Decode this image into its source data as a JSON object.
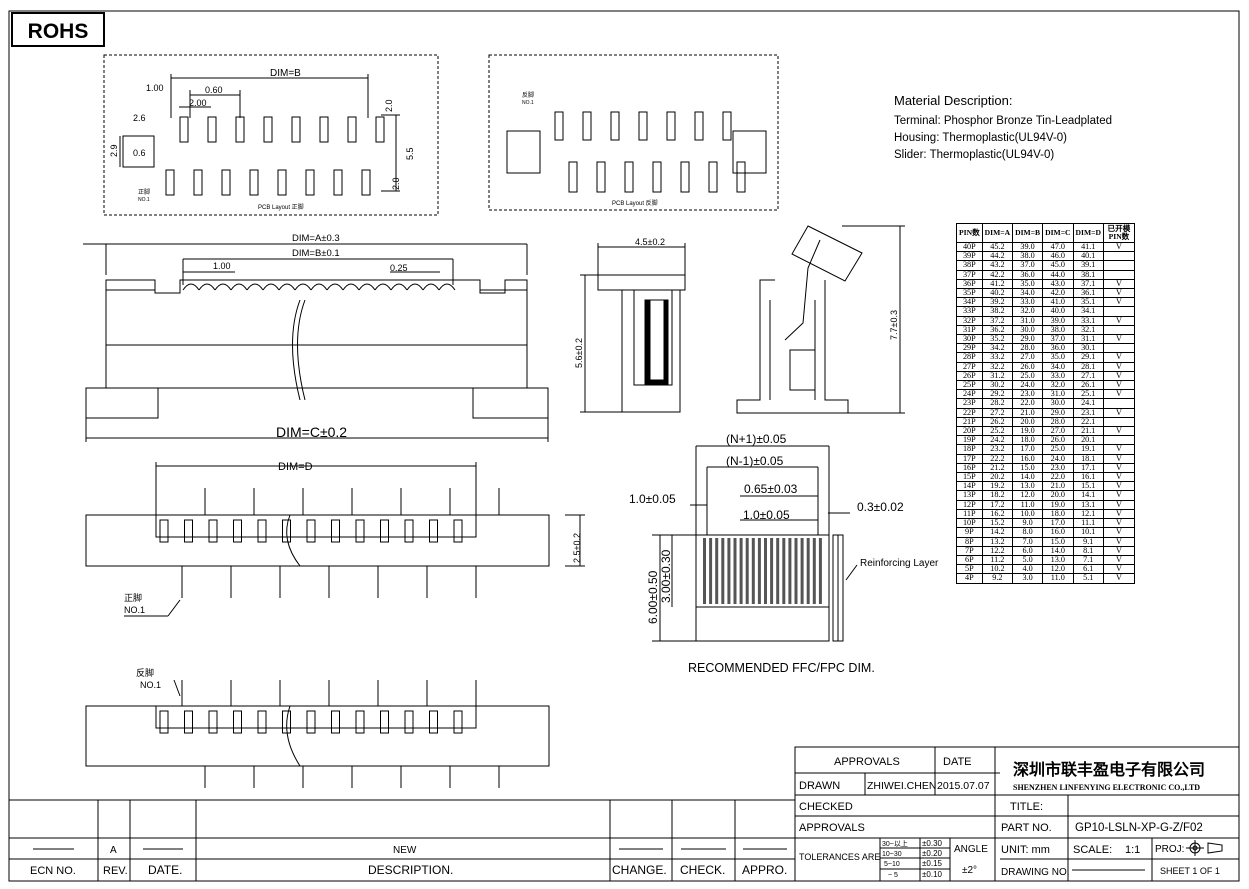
{
  "rohs": "ROHS",
  "material": {
    "title": "Material Description:",
    "lines": [
      "Terminal: Phosphor Bronze Tin-Leadplated",
      "Housing: Thermoplastic(UL94V-0)",
      "Slider: Thermoplastic(UL94V-0)"
    ]
  },
  "pcb_layout": {
    "label_left": "PCB Layout 正脚",
    "label_right": "PCB Layout 反脚",
    "dim_b": "DIM=B",
    "d100": "1.00",
    "d060": "0.60",
    "d200": "2.00",
    "d26": "2.6",
    "d29": "2.9",
    "d06": "0.6",
    "d20a": "2.0",
    "d55": "5.5",
    "d20b": "2.0",
    "pin_left": "正脚",
    "no1": "NO.1",
    "pin_right": "反脚"
  },
  "front_view": {
    "dim_a": "DIM=A±0.3",
    "dim_b": "DIM=B±0.1",
    "d100": "1.00",
    "d025": "0.25",
    "dim_c": "DIM=C±0.2"
  },
  "side_view": {
    "w": "4.5±0.2",
    "h": "5.6±0.2"
  },
  "iso_view": {
    "h": "7.7±0.3"
  },
  "bottom_views": {
    "dim_d": "DIM=D",
    "h25": "2.5±0.2",
    "zheng": "正脚",
    "no1a": "NO.1",
    "fan": "反脚",
    "no1b": "NO.1"
  },
  "ffc": {
    "n1p": "(N+1)±0.05",
    "n1m": "(N-1)±0.05",
    "d065": "0.65±0.03",
    "d10a": "1.0±0.05",
    "d10b": "1.0±0.05",
    "d03": "0.3±0.02",
    "v600": "6.00±0.50",
    "v300": "3.00±0.30",
    "reinf": "Reinforcing Layer",
    "title": "RECOMMENDED FFC/FPC DIM."
  },
  "pin_table": {
    "headers": [
      "PIN数",
      "DIM=A",
      "DIM=B",
      "DIM=C",
      "DIM=D",
      "已开模PIN数"
    ],
    "rows": [
      [
        "40P",
        "45.2",
        "39.0",
        "47.0",
        "41.1",
        "V"
      ],
      [
        "39P",
        "44.2",
        "38.0",
        "46.0",
        "40.1",
        ""
      ],
      [
        "38P",
        "43.2",
        "37.0",
        "45.0",
        "39.1",
        ""
      ],
      [
        "37P",
        "42.2",
        "36.0",
        "44.0",
        "38.1",
        ""
      ],
      [
        "36P",
        "41.2",
        "35.0",
        "43.0",
        "37.1",
        "V"
      ],
      [
        "35P",
        "40.2",
        "34.0",
        "42.0",
        "36.1",
        "V"
      ],
      [
        "34P",
        "39.2",
        "33.0",
        "41.0",
        "35.1",
        "V"
      ],
      [
        "33P",
        "38.2",
        "32.0",
        "40.0",
        "34.1",
        ""
      ],
      [
        "32P",
        "37.2",
        "31.0",
        "39.0",
        "33.1",
        "V"
      ],
      [
        "31P",
        "36.2",
        "30.0",
        "38.0",
        "32.1",
        ""
      ],
      [
        "30P",
        "35.2",
        "29.0",
        "37.0",
        "31.1",
        "V"
      ],
      [
        "29P",
        "34.2",
        "28.0",
        "36.0",
        "30.1",
        ""
      ],
      [
        "28P",
        "33.2",
        "27.0",
        "35.0",
        "29.1",
        "V"
      ],
      [
        "27P",
        "32.2",
        "26.0",
        "34.0",
        "28.1",
        "V"
      ],
      [
        "26P",
        "31.2",
        "25.0",
        "33.0",
        "27.1",
        "V"
      ],
      [
        "25P",
        "30.2",
        "24.0",
        "32.0",
        "26.1",
        "V"
      ],
      [
        "24P",
        "29.2",
        "23.0",
        "31.0",
        "25.1",
        "V"
      ],
      [
        "23P",
        "28.2",
        "22.0",
        "30.0",
        "24.1",
        ""
      ],
      [
        "22P",
        "27.2",
        "21.0",
        "29.0",
        "23.1",
        "V"
      ],
      [
        "21P",
        "26.2",
        "20.0",
        "28.0",
        "22.1",
        ""
      ],
      [
        "20P",
        "25.2",
        "19.0",
        "27.0",
        "21.1",
        "V"
      ],
      [
        "19P",
        "24.2",
        "18.0",
        "26.0",
        "20.1",
        ""
      ],
      [
        "18P",
        "23.2",
        "17.0",
        "25.0",
        "19.1",
        "V"
      ],
      [
        "17P",
        "22.2",
        "16.0",
        "24.0",
        "18.1",
        "V"
      ],
      [
        "16P",
        "21.2",
        "15.0",
        "23.0",
        "17.1",
        "V"
      ],
      [
        "15P",
        "20.2",
        "14.0",
        "22.0",
        "16.1",
        "V"
      ],
      [
        "14P",
        "19.2",
        "13.0",
        "21.0",
        "15.1",
        "V"
      ],
      [
        "13P",
        "18.2",
        "12.0",
        "20.0",
        "14.1",
        "V"
      ],
      [
        "12P",
        "17.2",
        "11.0",
        "19.0",
        "13.1",
        "V"
      ],
      [
        "11P",
        "16.2",
        "10.0",
        "18.0",
        "12.1",
        "V"
      ],
      [
        "10P",
        "15.2",
        "9.0",
        "17.0",
        "11.1",
        "V"
      ],
      [
        "9P",
        "14.2",
        "8.0",
        "16.0",
        "10.1",
        "V"
      ],
      [
        "8P",
        "13.2",
        "7.0",
        "15.0",
        "9.1",
        "V"
      ],
      [
        "7P",
        "12.2",
        "6.0",
        "14.0",
        "8.1",
        "V"
      ],
      [
        "6P",
        "11.2",
        "5.0",
        "13.0",
        "7.1",
        "V"
      ],
      [
        "5P",
        "10.2",
        "4.0",
        "12.0",
        "6.1",
        "V"
      ],
      [
        "4P",
        "9.2",
        "3.0",
        "11.0",
        "5.1",
        "V"
      ]
    ]
  },
  "title_block": {
    "approvals": "APPROVALS",
    "date": "DATE",
    "drawn": "DRAWN",
    "drawn_by": "ZHIWEI.CHEN",
    "drawn_date": "2015.07.07",
    "checked": "CHECKED",
    "approvals2": "APPROVALS",
    "tolerances": "TOLERANCES ARE",
    "tol": [
      [
        "30~以上",
        "±0.30"
      ],
      [
        "10~30",
        "±0.20"
      ],
      [
        "5~10",
        "±0.15"
      ],
      [
        "~ 5",
        "±0.10"
      ]
    ],
    "angle": "ANGLE",
    "angle_tol": "±2°",
    "company_cn": "深圳市联丰盈电子有限公司",
    "company_en": "SHENZHEN LINFENYING ELECTRONIC CO.,LTD",
    "title": "TITLE:",
    "part_no": "PART NO.",
    "part_val": "GP10-LSLN-XP-G-Z/F02",
    "unit": "UNIT: mm",
    "scale": "SCALE:",
    "scale_val": "1:1",
    "proj": "PROJ:",
    "drawing_no": "DRAWING NO.",
    "sheet": "SHEET  1 OF 1"
  },
  "revision": {
    "rev_val": "A",
    "new": "NEW",
    "ecn": "ECN NO.",
    "rev": "REV.",
    "date": "DATE.",
    "desc": "DESCRIPTION.",
    "change": "CHANGE.",
    "check": "CHECK.",
    "appro": "APPRO."
  }
}
